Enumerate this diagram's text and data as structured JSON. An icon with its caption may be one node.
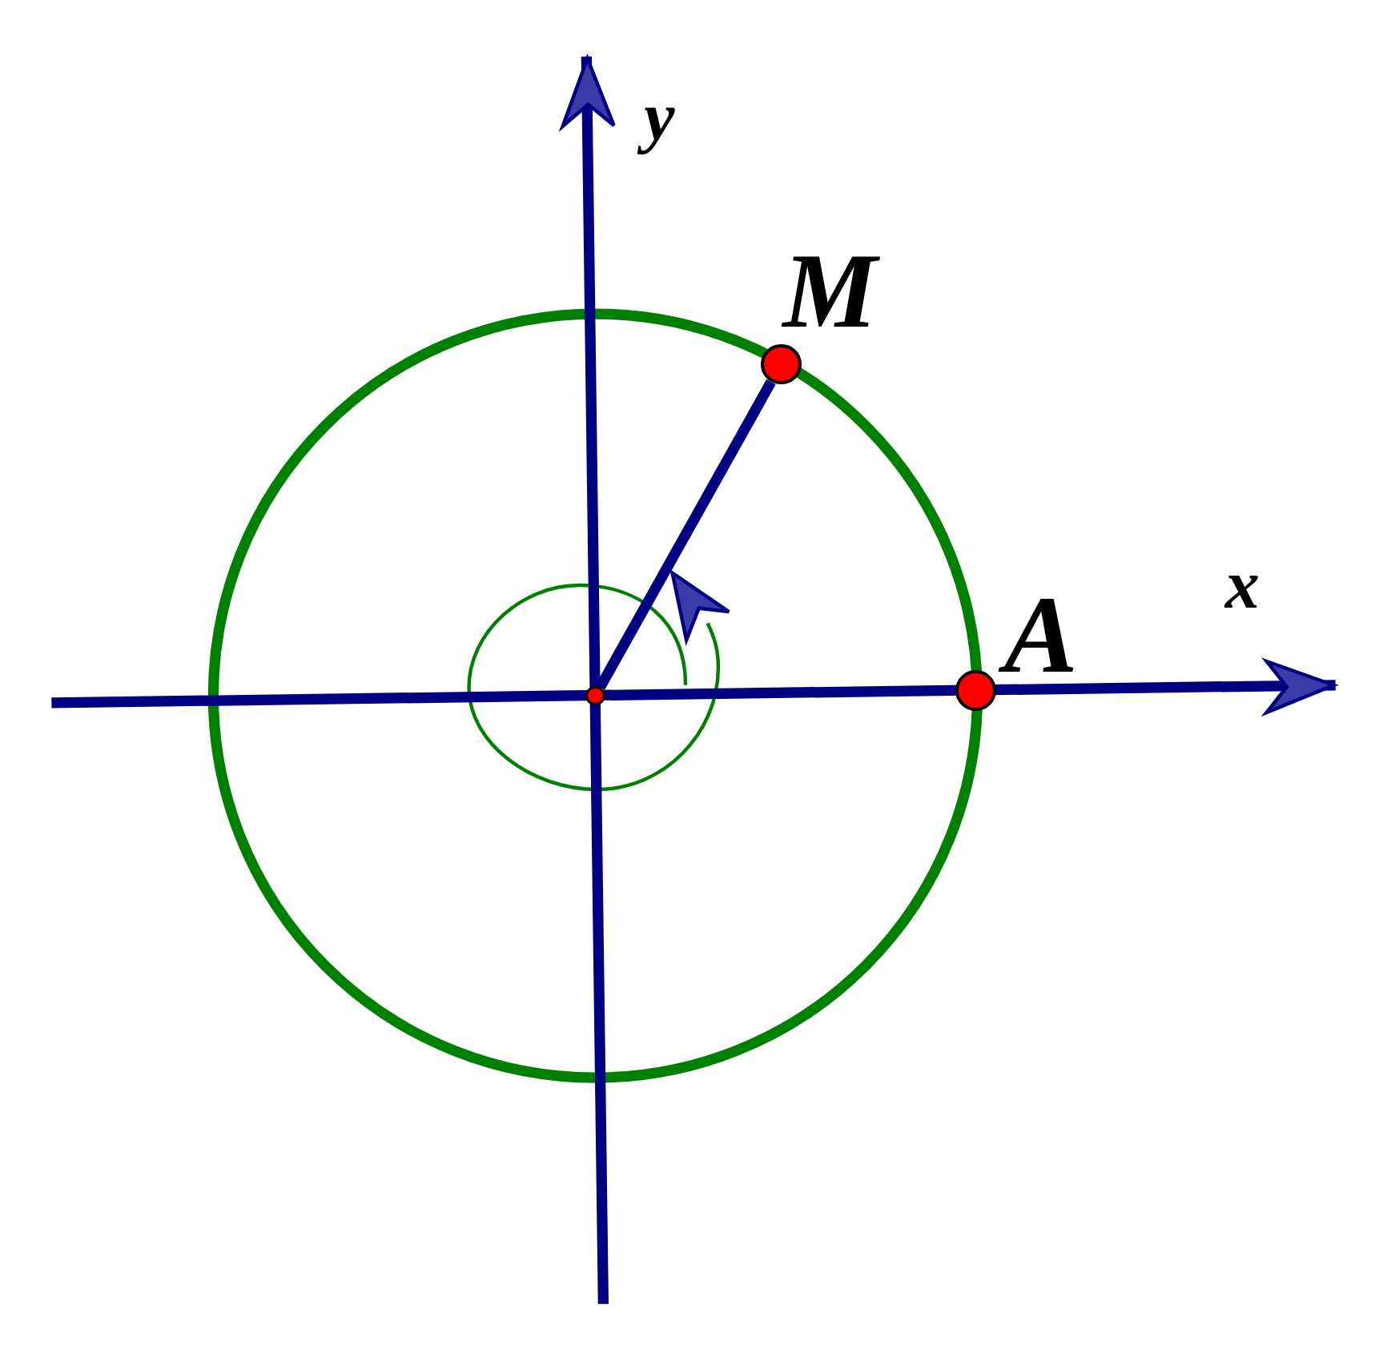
{
  "diagram": {
    "nodes": [
      {
        "text": [],
        "shape": "circle"
      },
      {
        "text": [
          "M"
        ]
      },
      {
        "text": [
          "A"
        ]
      }
    ],
    "edges": [
      {
        "from": 0,
        "to": 1,
        "arrow": "none"
      }
    ],
    "labels": [
      "y",
      "x"
    ]
  }
}
